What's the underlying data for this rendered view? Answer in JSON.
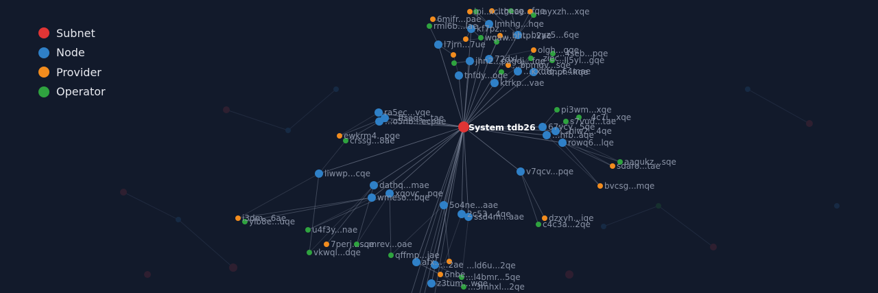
{
  "legend": [
    {
      "label": "Subnet",
      "color": "#e03535"
    },
    {
      "label": "Node",
      "color": "#2f80c7"
    },
    {
      "label": "Provider",
      "color": "#f28c1e"
    },
    {
      "label": "Operator",
      "color": "#2fa33f"
    }
  ],
  "colors": {
    "background": "#121a2b",
    "edge": "#8f99ad",
    "label": "#8a93a6"
  },
  "center": {
    "label": "System tdb26"
  },
  "labels": [
    "6mifr...pae",
    "rml6b...lae",
    "ipi..xclth..ae",
    "...gecg...fqe",
    "...ayxzh...xqe",
    "lmhhg...hqe",
    "kf7pz...",
    "...bvyz5...6qe",
    "...zrhzb...",
    "wqaw...",
    "...bhtp..2ae",
    "l7jrn...7ue",
    "72dxl...",
    "olgh...qqe",
    "...4seb...pqe",
    "...ziec...",
    "...ll5yl...gqe",
    "jhn2...pagdj...fqe",
    "...bpmgv...sqe",
    "...kxdfq...64mae",
    "...dnpr...kqe",
    "tnfdy...oqe",
    "ktrkp...vae",
    "ra5ec...vqe",
    "...ffsaqs...tae",
    "...o5nb...ecpae",
    "ewkrm4...pqe",
    "crssg...8ae",
    "pi3wm...xqe",
    "...4c7i...xqe",
    "s7vud...tae",
    "67ycy...5qe",
    "...hiw2...4qe",
    "...hfb..aqe",
    "rowq6...lqe",
    "aagukz...sqe",
    "sdaro...tae",
    "bvcsg...mqe",
    "liwwp...cqe",
    "v7qcv...pqe",
    "dathq...mae",
    "xqovc...pqe",
    "wmeso...bqe",
    "5o4ne...aae",
    "2c53...4qe",
    "ssd4m...aae",
    "dzxyh...iqe",
    "c4c3a...2qe",
    "i3dm...6ae",
    "ylb8e...uqe",
    "u4f3y...nae",
    "7perj...sqe",
    "...mrev...oae",
    "vkwql...dqe",
    "qffmp...jae",
    "afx...",
    "...2ae",
    "...ld6u...2qe",
    "6nbe...",
    "...l4bmr...5qe",
    "z3tum...wqe",
    "...3mhxl...2qe"
  ]
}
